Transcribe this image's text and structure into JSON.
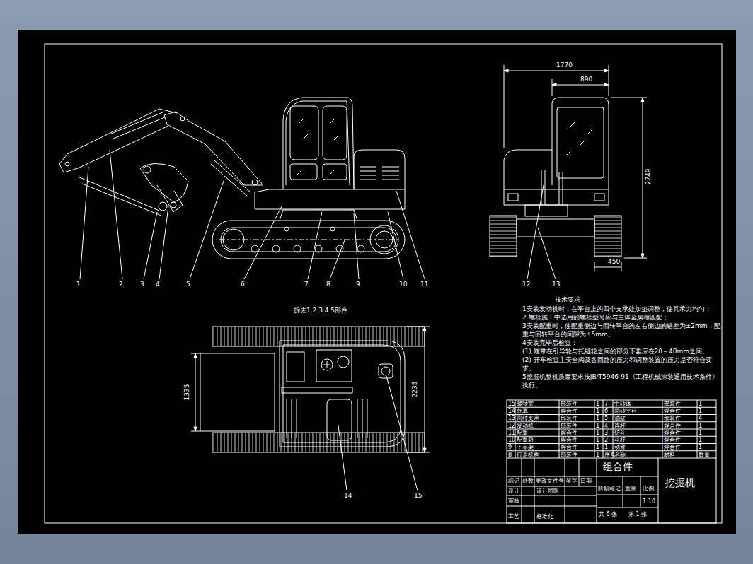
{
  "diagram": {
    "labels": [
      "1",
      "2",
      "3",
      "4",
      "5",
      "6",
      "7",
      "8",
      "9",
      "10",
      "11",
      "12",
      "13",
      "14",
      "15",
      "1770",
      "890",
      "2749",
      "450",
      "1335",
      "2235",
      "拆去1.2.3.4.5部件",
      "技术要求",
      "1安装发动机时，在平台上的四个支承处加垫调整，使其承力均匀；",
      "2.螺栓施工中选用的螺栓型号应与主体金属相匹配；",
      "3安装配重时，使配重侧边与回转平台的左右侧边的错差为±2mm，配重与回转平台的间隙为±5mm。",
      "4安装完毕后检查：",
      "(1) 履带在引导轮与托链轮之间的部分下垂应在20～40mm之间。",
      "(2) 开车检查主安全阀及各回路的压力和调整装置的压力是否符合要求。",
      "5挖掘机整机质量要求按JB/T5946-91《工程机械涂装通用技术条件》执行。",
      "15",
      "驾驶室",
      "部装件",
      "1",
      "7",
      "中转体",
      "部装件",
      "1",
      "14",
      "外罩",
      "焊合件",
      "1",
      "6",
      "回转平台",
      "焊合件",
      "1",
      "13",
      "回转支承",
      "部装件",
      "1",
      "5",
      "油缸",
      "部装件",
      "4",
      "12",
      "发动机",
      "部装件",
      "1",
      "4",
      "连杆",
      "焊合件",
      "1",
      "11",
      "配重",
      "焊合件",
      "1",
      "3",
      "铲斗",
      "焊合件",
      "1",
      "10",
      "配重箱",
      "焊合件",
      "1",
      "2",
      "斗杆",
      "焊合件",
      "1",
      "9",
      "下车架",
      "焊合件",
      "1",
      "1",
      "动臂",
      "焊合件",
      "1",
      "8",
      "行走机构",
      "部装件",
      "1",
      "序号",
      "名称",
      "材料",
      "数量",
      "标记",
      "处数",
      "更改文件号",
      "签字",
      "日期",
      "设计",
      "设计团队",
      "审核",
      "工艺",
      "标准化",
      "组合件",
      "阶段标记",
      "重量",
      "比例",
      "1:10",
      "共 6 张",
      "第 1 张",
      "挖掘机"
    ]
  }
}
